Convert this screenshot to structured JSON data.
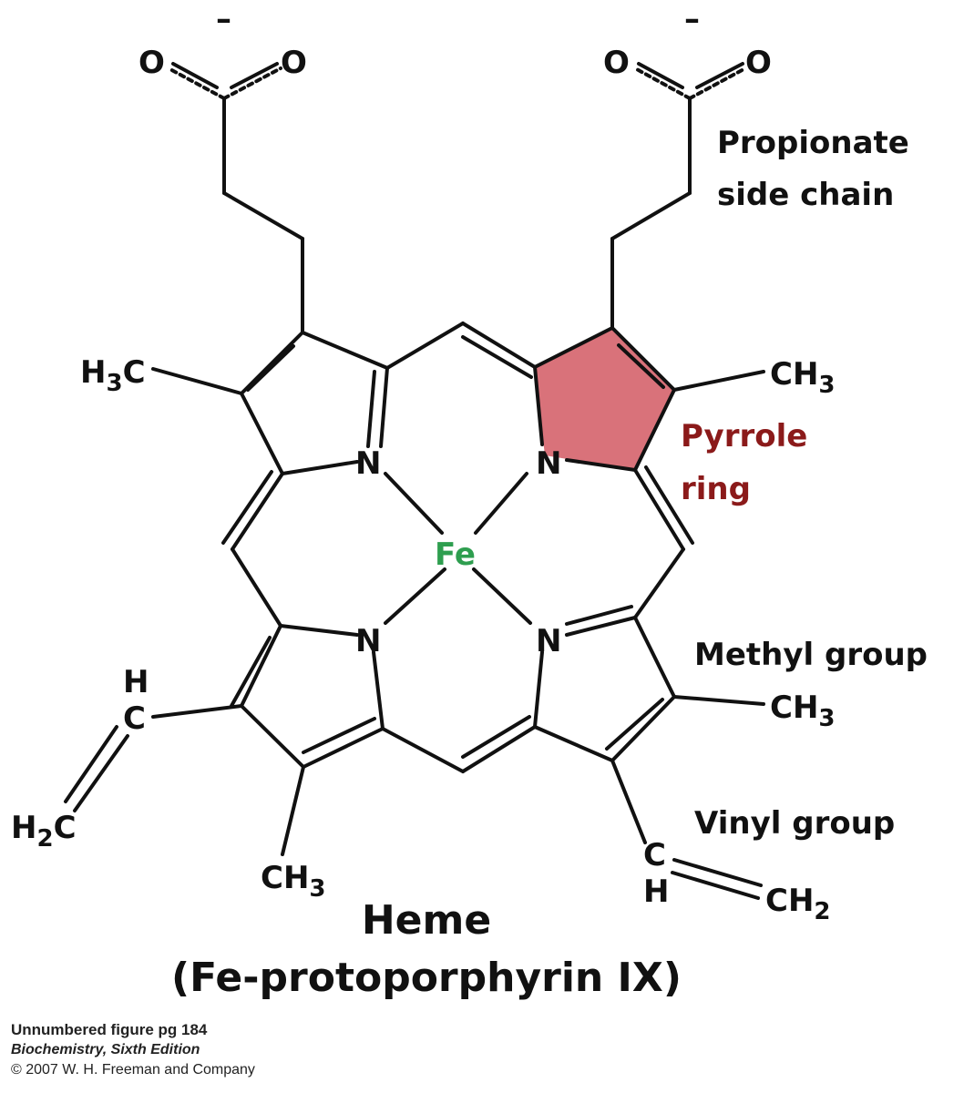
{
  "colors": {
    "bond": "#111111",
    "iron": "#2e9e4f",
    "pyrrole_fill": "#d9727a",
    "pyrrole_label": "#8b1a1a"
  },
  "atoms": {
    "o": "O",
    "n": "N",
    "fe": "Fe",
    "c": "C",
    "h": "H",
    "charge": "–",
    "h3c_main": "H",
    "h3c_sub": "3",
    "h3c_tail": "C",
    "ch3_main": "CH",
    "ch3_sub": "3",
    "h2c_main": "H",
    "h2c_sub": "2",
    "h2c_tail": "C",
    "ch2_main": "CH",
    "ch2_sub": "2"
  },
  "labels": {
    "propionate_line1": "Propionate",
    "propionate_line2": "side chain",
    "pyrrole_line1": "Pyrrole",
    "pyrrole_line2": "ring",
    "methyl": "Methyl group",
    "vinyl": "Vinyl group"
  },
  "title": {
    "line1": "Heme",
    "line2": "(Fe-protoporphyrin IX)"
  },
  "caption": {
    "line1": "Unnumbered figure pg 184",
    "line2": "Biochemistry, Sixth Edition",
    "line3": "© 2007 W. H. Freeman and Company"
  }
}
